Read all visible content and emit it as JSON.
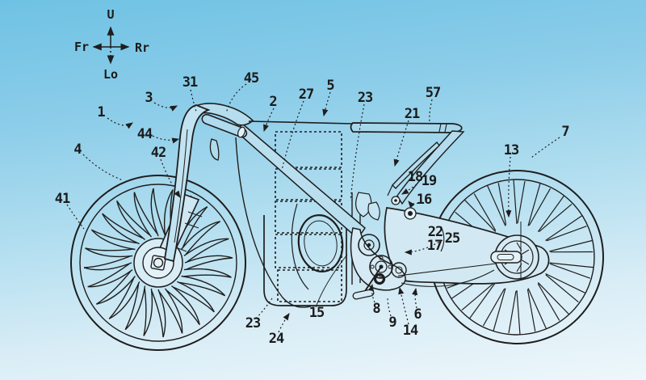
{
  "figure": {
    "type": "patent-line-drawing",
    "subject": "electric motorcycle side view"
  },
  "colors": {
    "sky_top": "#6fc2e4",
    "sky_bottom": "#eef7fb",
    "line": "#1e1e1e"
  },
  "compass": {
    "up": "U",
    "front": "Fr",
    "rear": "Rr",
    "lower": "Lo"
  },
  "labels": [
    {
      "text": "1"
    },
    {
      "text": "3"
    },
    {
      "text": "31"
    },
    {
      "text": "44"
    },
    {
      "text": "4"
    },
    {
      "text": "42"
    },
    {
      "text": "41"
    },
    {
      "text": "45"
    },
    {
      "text": "2"
    },
    {
      "text": "27"
    },
    {
      "text": "5"
    },
    {
      "text": "23"
    },
    {
      "text": "57"
    },
    {
      "text": "21"
    },
    {
      "text": "13"
    },
    {
      "text": "7"
    },
    {
      "text": "18"
    },
    {
      "text": "19"
    },
    {
      "text": "16"
    },
    {
      "text": "22"
    },
    {
      "text": "25"
    },
    {
      "text": "17"
    },
    {
      "text": "15"
    },
    {
      "text": "23"
    },
    {
      "text": "24"
    },
    {
      "text": "8"
    },
    {
      "text": "9"
    },
    {
      "text": "14"
    },
    {
      "text": "6"
    }
  ]
}
